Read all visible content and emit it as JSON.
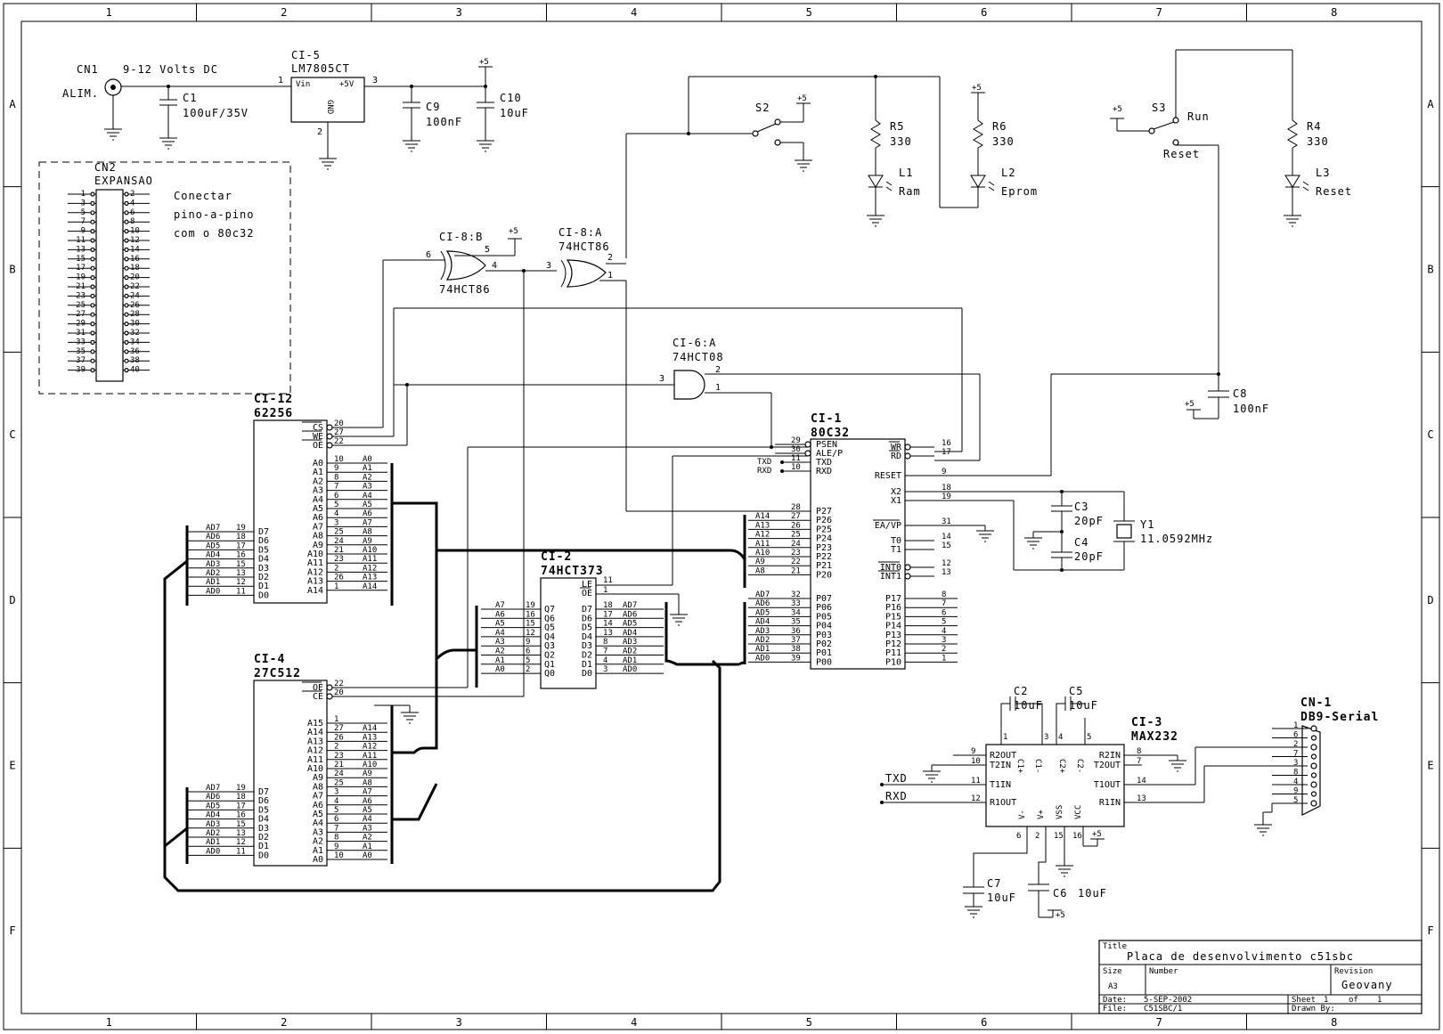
{
  "frame": {
    "cols": [
      "1",
      "2",
      "3",
      "4",
      "5",
      "6",
      "7",
      "8"
    ],
    "rows": [
      "A",
      "B",
      "C",
      "D",
      "E",
      "F"
    ]
  },
  "power": {
    "cn1": "CN1",
    "cn1_desc": "9-12 Volts DC",
    "alim": "ALIM.",
    "c1": "C1",
    "c1_val": "100uF/35V",
    "ci5": "CI-5",
    "ci5_part": "LM7805CT",
    "vin": "Vin",
    "p5v": "+5V",
    "gnd": "GND",
    "c9": "C9",
    "c9_val": "100nF",
    "c10": "C10",
    "c10_val": "10uF",
    "plus5": "+5"
  },
  "expansion": {
    "cn2": "CN2",
    "name": "EXPANSAO",
    "note1": "Conectar",
    "note2": "pino-a-pino",
    "note3": "com o 80c32",
    "left_pins": [
      "1",
      "3",
      "5",
      "7",
      "9",
      "11",
      "13",
      "15",
      "17",
      "19",
      "21",
      "23",
      "25",
      "27",
      "29",
      "31",
      "33",
      "35",
      "37",
      "39"
    ],
    "right_pins": [
      "2",
      "4",
      "6",
      "8",
      "10",
      "12",
      "14",
      "16",
      "18",
      "20",
      "22",
      "24",
      "26",
      "28",
      "30",
      "32",
      "34",
      "36",
      "38",
      "40"
    ]
  },
  "leds": {
    "s2": "S2",
    "r5": "R5",
    "r5_val": "330",
    "l1": "L1",
    "l1_lbl": "Ram",
    "r6": "R6",
    "r6_val": "330",
    "l2": "L2",
    "l2_lbl": "Eprom",
    "s3": "S3",
    "run": "Run",
    "reset": "Reset",
    "r4": "R4",
    "r4_val": "330",
    "l3": "L3",
    "l3_lbl": "Reset",
    "c8": "C8",
    "c8_val": "100nF"
  },
  "gates": {
    "ci8b": "CI-8:B",
    "ci8b_part": "74HCT86",
    "ci8a": "CI-8:A",
    "ci8a_part": "74HCT86",
    "ci6a": "CI-6:A",
    "ci6a_part": "74HCT08"
  },
  "ram": {
    "ref": "CI-12",
    "part": "62256",
    "ctrl": [
      {
        "n": "CS",
        "p": "20"
      },
      {
        "n": "WE",
        "p": "27"
      },
      {
        "n": "OE",
        "p": "22"
      }
    ],
    "addr": [
      {
        "n": "A0",
        "p": "10",
        "net": "A0"
      },
      {
        "n": "A1",
        "p": "9",
        "net": "A1"
      },
      {
        "n": "A2",
        "p": "8",
        "net": "A2"
      },
      {
        "n": "A3",
        "p": "7",
        "net": "A3"
      },
      {
        "n": "A4",
        "p": "6",
        "net": "A4"
      },
      {
        "n": "A5",
        "p": "5",
        "net": "A5"
      },
      {
        "n": "A6",
        "p": "4",
        "net": "A6"
      },
      {
        "n": "A7",
        "p": "3",
        "net": "A7"
      },
      {
        "n": "A8",
        "p": "25",
        "net": "A8"
      },
      {
        "n": "A9",
        "p": "24",
        "net": "A9"
      },
      {
        "n": "A10",
        "p": "21",
        "net": "A10"
      },
      {
        "n": "A11",
        "p": "23",
        "net": "A11"
      },
      {
        "n": "A12",
        "p": "2",
        "net": "A12"
      },
      {
        "n": "A13",
        "p": "26",
        "net": "A13"
      },
      {
        "n": "A14",
        "p": "1",
        "net": "A14"
      }
    ],
    "data": [
      {
        "net": "AD7",
        "p": "19",
        "n": "D7"
      },
      {
        "net": "AD6",
        "p": "18",
        "n": "D6"
      },
      {
        "net": "AD5",
        "p": "17",
        "n": "D5"
      },
      {
        "net": "AD4",
        "p": "16",
        "n": "D4"
      },
      {
        "net": "AD3",
        "p": "15",
        "n": "D3"
      },
      {
        "net": "AD2",
        "p": "13",
        "n": "D2"
      },
      {
        "net": "AD1",
        "p": "12",
        "n": "D1"
      },
      {
        "net": "AD0",
        "p": "11",
        "n": "D0"
      }
    ]
  },
  "eprom": {
    "ref": "CI-4",
    "part": "27C512",
    "ctrl": [
      {
        "n": "OE",
        "p": "22"
      },
      {
        "n": "CE",
        "p": "20"
      }
    ],
    "addr": [
      {
        "n": "A15",
        "p": "1",
        "net": ""
      },
      {
        "n": "A14",
        "p": "27",
        "net": "A14"
      },
      {
        "n": "A13",
        "p": "26",
        "net": "A13"
      },
      {
        "n": "A12",
        "p": "2",
        "net": "A12"
      },
      {
        "n": "A11",
        "p": "23",
        "net": "A11"
      },
      {
        "n": "A10",
        "p": "21",
        "net": "A10"
      },
      {
        "n": "A9",
        "p": "24",
        "net": "A9"
      },
      {
        "n": "A8",
        "p": "25",
        "net": "A8"
      },
      {
        "n": "A7",
        "p": "3",
        "net": "A7"
      },
      {
        "n": "A6",
        "p": "4",
        "net": "A6"
      },
      {
        "n": "A5",
        "p": "5",
        "net": "A5"
      },
      {
        "n": "A4",
        "p": "6",
        "net": "A4"
      },
      {
        "n": "A3",
        "p": "7",
        "net": "A3"
      },
      {
        "n": "A2",
        "p": "8",
        "net": "A2"
      },
      {
        "n": "A1",
        "p": "9",
        "net": "A1"
      },
      {
        "n": "A0",
        "p": "10",
        "net": "A0"
      }
    ],
    "data": [
      {
        "net": "AD7",
        "p": "19",
        "n": "D7"
      },
      {
        "net": "AD6",
        "p": "18",
        "n": "D6"
      },
      {
        "net": "AD5",
        "p": "17",
        "n": "D5"
      },
      {
        "net": "AD4",
        "p": "16",
        "n": "D4"
      },
      {
        "net": "AD3",
        "p": "15",
        "n": "D3"
      },
      {
        "net": "AD2",
        "p": "13",
        "n": "D2"
      },
      {
        "net": "AD1",
        "p": "12",
        "n": "D1"
      },
      {
        "net": "AD0",
        "p": "11",
        "n": "D0"
      }
    ]
  },
  "latch": {
    "ref": "CI-2",
    "part": "74HCT373",
    "le": {
      "n": "LE",
      "p": "11"
    },
    "oe": {
      "n": "OE",
      "p": "1"
    },
    "left": [
      {
        "net": "A7",
        "p": "19",
        "n": "Q7"
      },
      {
        "net": "A6",
        "p": "16",
        "n": "Q6"
      },
      {
        "net": "A5",
        "p": "15",
        "n": "Q5"
      },
      {
        "net": "A4",
        "p": "12",
        "n": "Q4"
      },
      {
        "net": "A3",
        "p": "9",
        "n": "Q3"
      },
      {
        "net": "A2",
        "p": "6",
        "n": "Q2"
      },
      {
        "net": "A1",
        "p": "5",
        "n": "Q1"
      },
      {
        "net": "A0",
        "p": "2",
        "n": "Q0"
      }
    ],
    "right": [
      {
        "n": "D7",
        "p": "18",
        "net": "AD7"
      },
      {
        "n": "D6",
        "p": "17",
        "net": "AD6"
      },
      {
        "n": "D5",
        "p": "14",
        "net": "AD5"
      },
      {
        "n": "D4",
        "p": "13",
        "net": "AD4"
      },
      {
        "n": "D3",
        "p": "8",
        "net": "AD3"
      },
      {
        "n": "D2",
        "p": "7",
        "net": "AD2"
      },
      {
        "n": "D1",
        "p": "4",
        "net": "AD1"
      },
      {
        "n": "D0",
        "p": "3",
        "net": "AD0"
      }
    ]
  },
  "mcu": {
    "ref": "CI-1",
    "part": "80C32",
    "left_top": [
      {
        "n": "PSEN",
        "p": "29",
        "net": ""
      },
      {
        "n": "ALE/P",
        "p": "30",
        "net": ""
      },
      {
        "n": "TXD",
        "p": "11",
        "net": "TXD"
      },
      {
        "n": "RXD",
        "p": "10",
        "net": "RXD"
      }
    ],
    "p2": [
      {
        "n": "P27",
        "p": "28",
        "net": ""
      },
      {
        "n": "P26",
        "p": "27",
        "net": "A14"
      },
      {
        "n": "P25",
        "p": "26",
        "net": "A13"
      },
      {
        "n": "P24",
        "p": "25",
        "net": "A12"
      },
      {
        "n": "P23",
        "p": "24",
        "net": "A11"
      },
      {
        "n": "P22",
        "p": "23",
        "net": "A10"
      },
      {
        "n": "P21",
        "p": "22",
        "net": "A9"
      },
      {
        "n": "P20",
        "p": "21",
        "net": "A8"
      }
    ],
    "p0": [
      {
        "n": "P07",
        "p": "32",
        "net": "AD7"
      },
      {
        "n": "P06",
        "p": "33",
        "net": "AD6"
      },
      {
        "n": "P05",
        "p": "34",
        "net": "AD5"
      },
      {
        "n": "P04",
        "p": "35",
        "net": "AD4"
      },
      {
        "n": "P03",
        "p": "36",
        "net": "AD3"
      },
      {
        "n": "P02",
        "p": "37",
        "net": "AD2"
      },
      {
        "n": "P01",
        "p": "38",
        "net": "AD1"
      },
      {
        "n": "P00",
        "p": "39",
        "net": "AD0"
      }
    ],
    "right_top": [
      {
        "n": "WR",
        "p": "16"
      },
      {
        "n": "RD",
        "p": "17"
      },
      {
        "n": "RESET",
        "p": "9"
      },
      {
        "n": "X2",
        "p": "18"
      },
      {
        "n": "X1",
        "p": "19"
      },
      {
        "n": "EA/VP",
        "p": "31"
      },
      {
        "n": "T0",
        "p": "14"
      },
      {
        "n": "T1",
        "p": "15"
      },
      {
        "n": "INT0",
        "p": "12"
      },
      {
        "n": "INT1",
        "p": "13"
      }
    ],
    "p1": [
      {
        "n": "P17",
        "p": "8"
      },
      {
        "n": "P16",
        "p": "7"
      },
      {
        "n": "P15",
        "p": "6"
      },
      {
        "n": "P14",
        "p": "5"
      },
      {
        "n": "P13",
        "p": "4"
      },
      {
        "n": "P12",
        "p": "3"
      },
      {
        "n": "P11",
        "p": "2"
      },
      {
        "n": "P10",
        "p": "1"
      }
    ]
  },
  "crystal": {
    "c3": "C3",
    "c3_val": "20pF",
    "c4": "C4",
    "c4_val": "20pF",
    "y1": "Y1",
    "y1_val": "11.0592MHz"
  },
  "serial": {
    "c2": "C2",
    "c2_val": "10uF",
    "c5": "C5",
    "c5_val": "10uF",
    "ci3": "CI-3",
    "ci3_part": "MAX232",
    "cn": "CN-1",
    "cn_part": "DB9-Serial",
    "c7": "C7",
    "c7_val": "10uF",
    "c6": "C6",
    "c6_val": "10uF",
    "txd": "TXD",
    "rxd": "RXD",
    "left": [
      {
        "n": "R2OUT",
        "p": "9"
      },
      {
        "n": "T2IN",
        "p": "10"
      },
      {
        "n": "T1IN",
        "p": "11"
      },
      {
        "n": "R1OUT",
        "p": "12"
      }
    ],
    "right": [
      {
        "n": "R2IN",
        "p": "8"
      },
      {
        "n": "T2OUT",
        "p": "7"
      },
      {
        "n": "T1OUT",
        "p": "14"
      },
      {
        "n": "R1IN",
        "p": "13"
      }
    ],
    "top": [
      {
        "n": "C1+",
        "p": "1"
      },
      {
        "n": "C1-",
        "p": "3"
      },
      {
        "n": "C2+",
        "p": "4"
      },
      {
        "n": "C2-",
        "p": "5"
      }
    ],
    "bottom": [
      {
        "n": "V-",
        "p": "6"
      },
      {
        "n": "V+",
        "p": "2"
      },
      {
        "n": "VSS",
        "p": "15"
      },
      {
        "n": "VCC",
        "p": "16"
      }
    ],
    "db9_left": [
      "1",
      "6",
      "2",
      "7",
      "3",
      "8",
      "4",
      "9",
      "5"
    ]
  },
  "titleblock": {
    "title_lbl": "Title",
    "title": "Placa de desenvolvimento c51sbc",
    "size_lbl": "Size",
    "size": "A3",
    "number_lbl": "Number",
    "rev_lbl": "Revision",
    "rev": "Geovany",
    "date_lbl": "Date:",
    "date": "5-SEP-2002",
    "sheet_lbl": "Sheet",
    "sheet": "1",
    "of_lbl": "of",
    "of": "1",
    "file_lbl": "File:",
    "file": "C51SBC/1",
    "drawn_lbl": "Drawn By:"
  }
}
